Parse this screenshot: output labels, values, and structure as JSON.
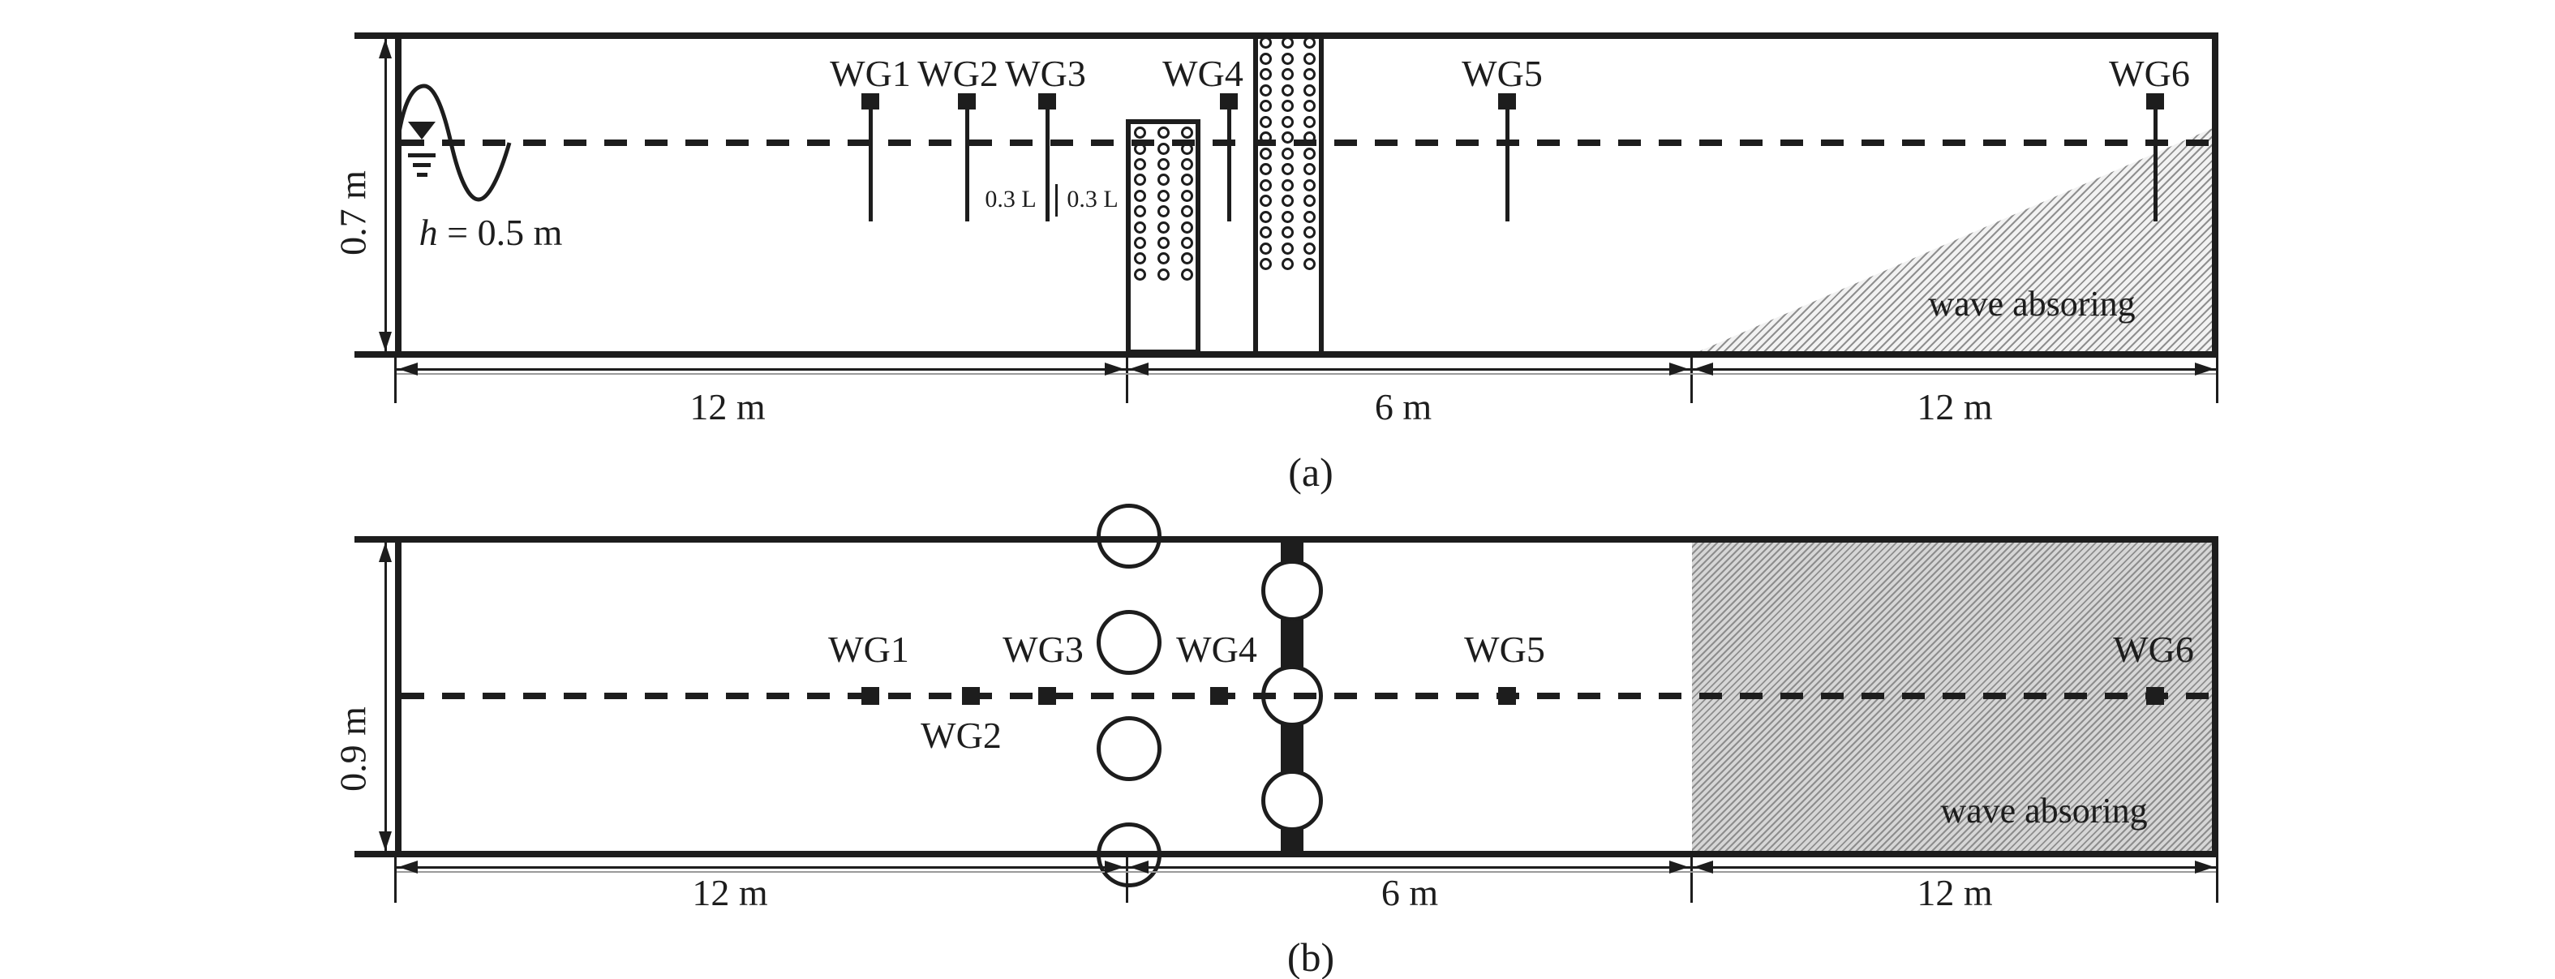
{
  "figure": {
    "panel_a": {
      "caption": "(a)",
      "height_label": "0.7 m",
      "water_depth_var": "h",
      "water_depth_eq": " = 0.5 m",
      "gauge_labels": [
        "WG1",
        "WG2",
        "WG3",
        "WG4",
        "WG5",
        "WG6"
      ],
      "spacing_labels": [
        "0.3 L",
        "0.3 L"
      ],
      "dimension_labels": [
        "12 m",
        "6 m",
        "12 m"
      ],
      "absorber_label": "wave absoring"
    },
    "panel_b": {
      "caption": "(b)",
      "width_label": "0.9 m",
      "gauge_labels": [
        "WG1",
        "WG2",
        "WG3",
        "WG4",
        "WG5",
        "WG6"
      ],
      "dimension_labels": [
        "12 m",
        "6 m",
        "12 m"
      ],
      "absorber_label": "wave absoring"
    },
    "structures": {
      "submerged_perforated_box": {
        "columns": 3,
        "rows": 10
      },
      "surface_piercing_perforated_column": {
        "columns": 3,
        "rows": 15
      },
      "plan_circle_column_count": 4,
      "plan_barrier_circle_count": 3
    },
    "colors": {
      "ink": "#1d1d1d",
      "hatch_line": "#8f8f8f",
      "hatch_fill_b": "#d6d6d6"
    }
  }
}
